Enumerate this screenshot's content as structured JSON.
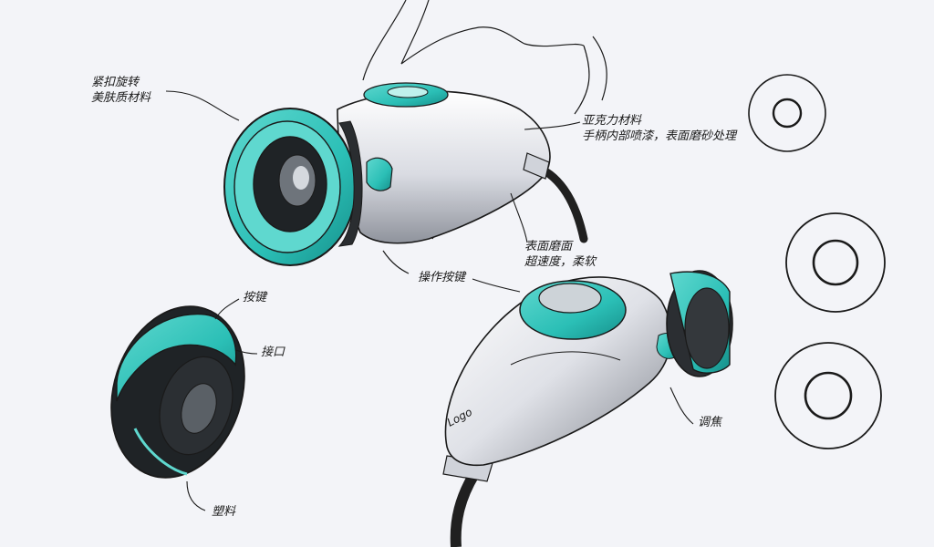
{
  "palette": {
    "paper": "#f3f4f8",
    "ink": "#1a1a1a",
    "teal": "#2bbfb6",
    "teal_dark": "#168f8a",
    "body_grey": "#d9dbe2",
    "shadow_grey": "#8f939c",
    "cable": "#202020"
  },
  "annotations": {
    "clamp_ring": [
      "紧扣旋转",
      "美肤质材料"
    ],
    "body_material": [
      "亚克力材料",
      "手柄内部喷漆，表面磨砂处理"
    ],
    "surface_note": [
      "表面磨面",
      "超速度，柔软"
    ],
    "operation_button": "操作按键",
    "button_part": "按键",
    "interface": "接口",
    "plastic": "塑料",
    "adjust": "调焦",
    "logo": "Logo"
  },
  "icons": [
    "hand-sketch",
    "camera-head-front",
    "camera-head-rear",
    "lens-cap",
    "ring-small",
    "ring-medium",
    "ring-large"
  ]
}
